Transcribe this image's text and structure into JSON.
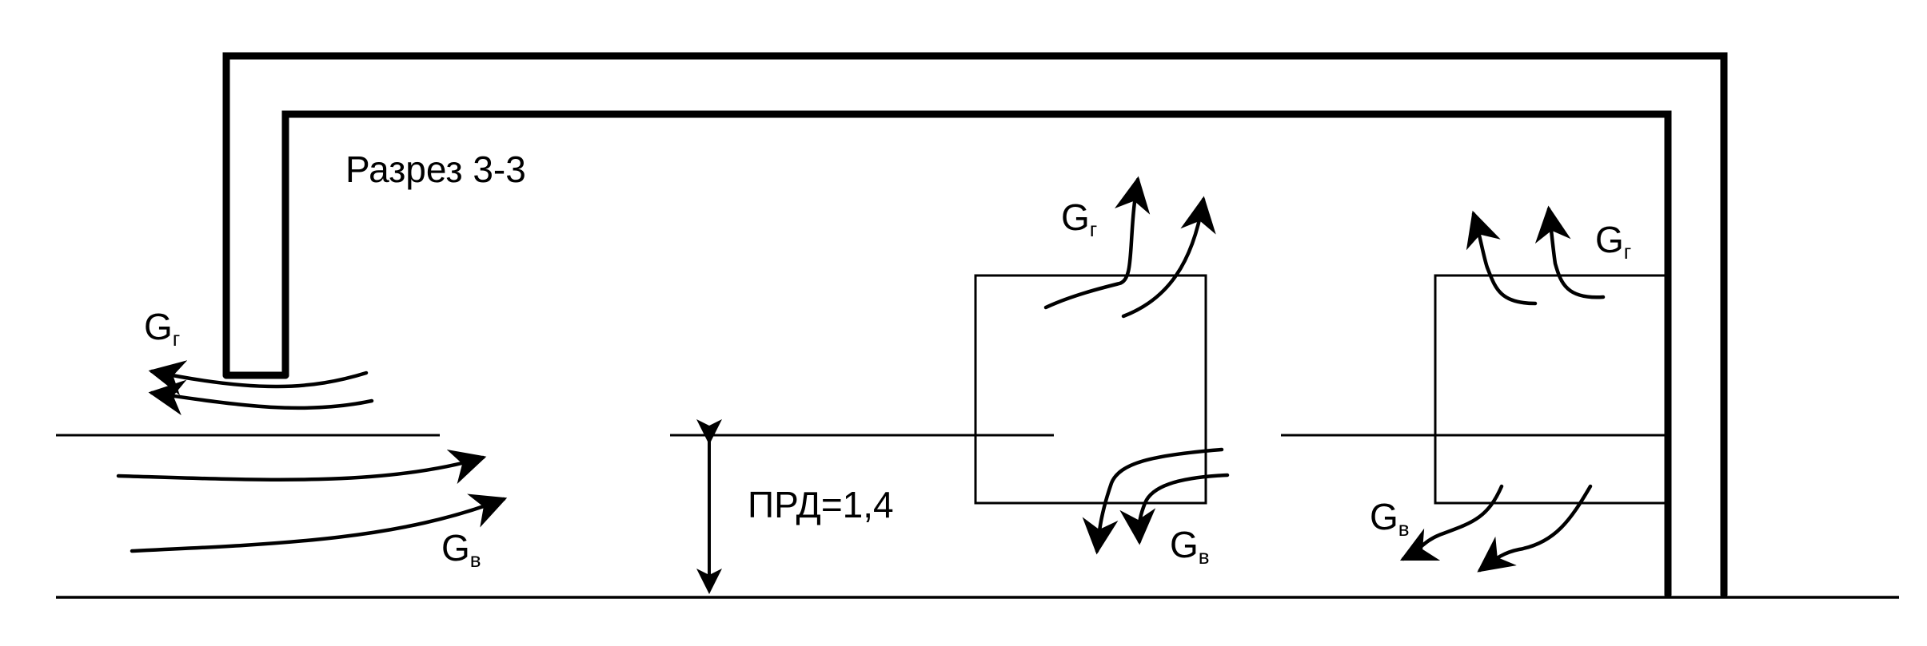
{
  "title": "Разрез 3-3",
  "dimension": {
    "label": "ПРД=1,4"
  },
  "flow_labels": {
    "gas_symbol": "G",
    "gas_subscript": "г",
    "air_symbol": "G",
    "air_subscript": "в"
  }
}
